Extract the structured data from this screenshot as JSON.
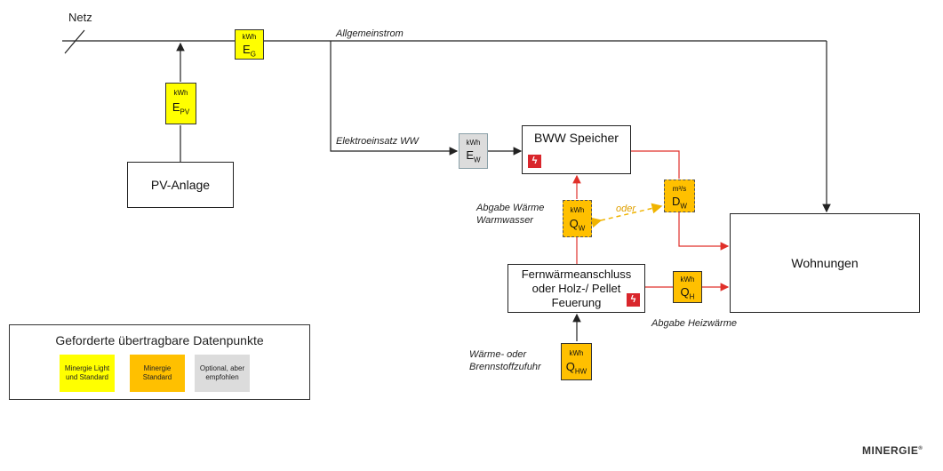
{
  "labels": {
    "netz": "Netz",
    "allgemeinstrom": "Allgemeinstrom",
    "elektroeinsatz": "Elektroeinsatz WW",
    "abgabe_waerme_1": "Abgabe Wärme",
    "abgabe_waerme_2": "Warmwasser",
    "oder": "oder",
    "abgabe_heizwaerme": "Abgabe Heizwärme",
    "zufuhr_1": "Wärme- oder",
    "zufuhr_2": "Brennstoffzufuhr"
  },
  "boxes": {
    "pv_anlage": "PV-Anlage",
    "bww_speicher": "BWW Speicher",
    "wohnungen": "Wohnungen",
    "fernwaerme_1": "Fernwärmeanschluss",
    "fernwaerme_2": "oder Holz-/  Pellet",
    "fernwaerme_3": "Feuerung"
  },
  "meters": {
    "eg": {
      "unit": "kWh",
      "sym": "E",
      "sub": "G"
    },
    "epv": {
      "unit": "kWh",
      "sym": "E",
      "sub": "PV"
    },
    "ew": {
      "unit": "kWh",
      "sym": "E",
      "sub": "W"
    },
    "qw": {
      "unit": "kWh",
      "sym": "Q",
      "sub": "W"
    },
    "dw": {
      "unit": "m³/s",
      "sym": "D",
      "sub": "W"
    },
    "qh": {
      "unit": "kWh",
      "sym": "Q",
      "sub": "H"
    },
    "qhw": {
      "unit": "kWh",
      "sym": "Q",
      "sub": "HW"
    }
  },
  "legend": {
    "title": "Geforderte übertragbare Datenpunkte",
    "items": [
      {
        "text": "Minergie Light und Standard",
        "color": "#ffff00"
      },
      {
        "text": "Minergie Standard",
        "color": "#ffc000"
      },
      {
        "text": "Optional, aber empfohlen",
        "color": "#dcdcdc"
      }
    ]
  },
  "brand": {
    "logo_text": "MINERGIE"
  },
  "colors": {
    "line": "#222222",
    "flow_red": "#e0302a",
    "oder_dash": "#f0b400"
  }
}
